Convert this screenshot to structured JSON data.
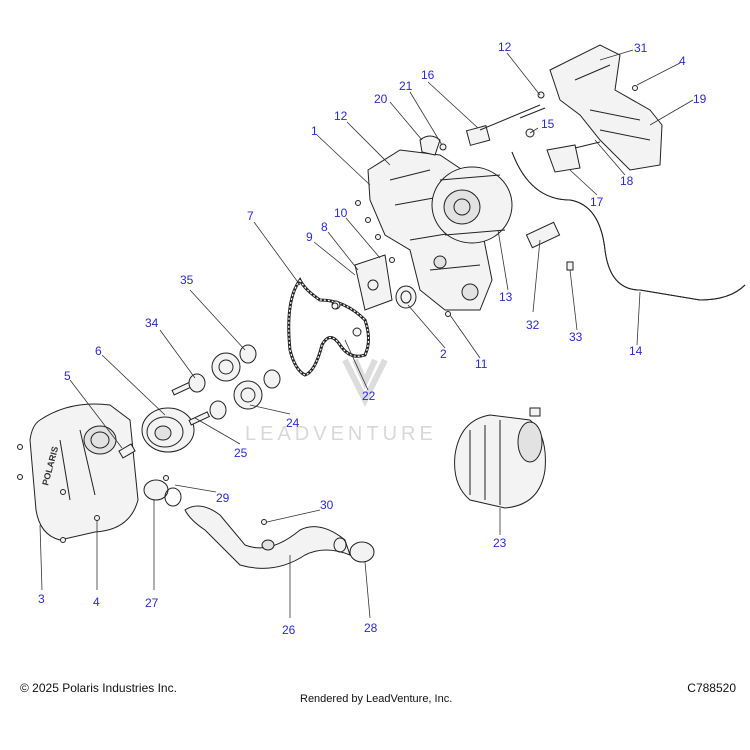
{
  "footer": {
    "copyright": "© 2025 Polaris Industries Inc.",
    "rendered_by": "Rendered by LeadVenture, Inc.",
    "drawing_code": "C788520"
  },
  "watermark": "LEADVENTURE",
  "cover_logo": "POLARIS",
  "callouts": {
    "c1": "1",
    "c2": "2",
    "c3": "3",
    "c4a": "4",
    "c4b": "4",
    "c5": "5",
    "c6": "6",
    "c7": "7",
    "c8": "8",
    "c9": "9",
    "c10": "10",
    "c11": "11",
    "c12a": "12",
    "c12b": "12",
    "c13": "13",
    "c14": "14",
    "c15": "15",
    "c16": "16",
    "c17": "17",
    "c18": "18",
    "c19": "19",
    "c20": "20",
    "c21": "21",
    "c22": "22",
    "c23": "23",
    "c24": "24",
    "c25": "25",
    "c26": "26",
    "c27": "27",
    "c28": "28",
    "c29": "29",
    "c30": "30",
    "c31": "31",
    "c32": "32",
    "c33": "33",
    "c34": "34",
    "c35": "35"
  },
  "colors": {
    "callout": "#2a2ad0",
    "line": "#222222",
    "watermark": "#d8d8d8"
  }
}
